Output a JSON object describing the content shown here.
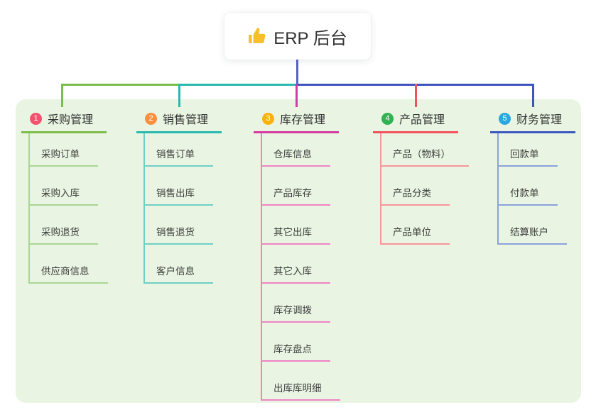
{
  "root": {
    "label": "ERP 后台",
    "icon": "thumbs-up-icon",
    "icon_color": "#f7bf2a",
    "connector_color": "#5663c6"
  },
  "panel": {
    "background": "#e9f5e2"
  },
  "bus": {
    "left_color": "#7cbd4b",
    "mid_color": "#2ab9ae",
    "right_color": "#4154bd"
  },
  "branches": [
    {
      "number": "1",
      "label": "采购管理",
      "badge_color": "#f1536e",
      "line_color": "#7cbd4b",
      "light_color": "#aad693",
      "items": [
        "采购订单",
        "采购入库",
        "采购退货",
        "供应商信息"
      ]
    },
    {
      "number": "2",
      "label": "销售管理",
      "badge_color": "#fb8f3d",
      "line_color": "#2ab9ae",
      "light_color": "#6fcfc5",
      "items": [
        "销售订单",
        "销售出库",
        "销售退货",
        "客户信息"
      ]
    },
    {
      "number": "3",
      "label": "库存管理",
      "badge_color": "#fbb10b",
      "line_color": "#d43a9f",
      "light_color": "#ef83c5",
      "items": [
        "仓库信息",
        "产品库存",
        "其它出库",
        "其它入库",
        "库存调拨",
        "库存盘点",
        "出库库明细"
      ]
    },
    {
      "number": "4",
      "label": "产品管理",
      "badge_color": "#2fb252",
      "line_color": "#f2525c",
      "light_color": "#f8959a",
      "items": [
        "产品（物料）",
        "产品分类",
        "产品单位"
      ]
    },
    {
      "number": "5",
      "label": "财务管理",
      "badge_color": "#2ba7df",
      "line_color": "#3b57c0",
      "light_color": "#8ba2dc",
      "items": [
        "回款单",
        "付款单",
        "结算账户"
      ]
    }
  ]
}
